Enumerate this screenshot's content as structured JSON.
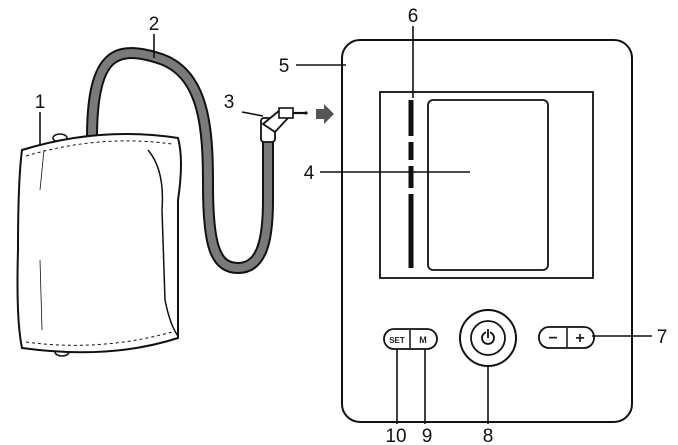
{
  "callouts": {
    "cuff": "1",
    "air_tube": "2",
    "connector_plug": "3",
    "lcd_display": "4",
    "monitor_body": "5",
    "indicator_bar": "6",
    "adjust_buttons": "7",
    "power_button": "8",
    "memory_button": "9",
    "set_button": "10"
  },
  "buttons": {
    "set_label": "SET",
    "memory_label": "M",
    "minus_label": "−",
    "plus_label": "+"
  },
  "colors": {
    "line": "#111111",
    "tube": "#7a7a7a",
    "arrow": "#555555"
  }
}
